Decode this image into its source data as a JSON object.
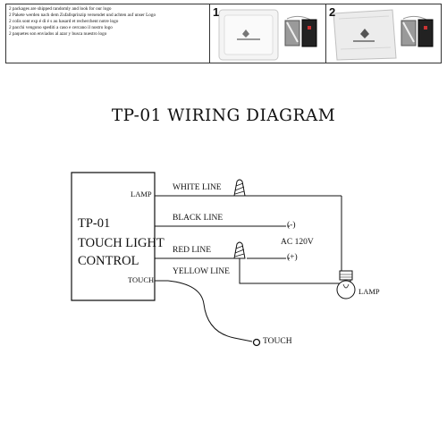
{
  "banner": {
    "notes": [
      "2 packages are shipped randomly and look for our logo",
      "2 Pakete werden nach dem Zufallsprinzip versendet und achten auf unser Logo",
      "2 colis sont exp é di é s au hasard et recherchent notre logo",
      "2 pacchi vengono spediti a caso e cercano il nostro logo",
      "2 paquetes son enviados al azar y busca nuestro logo"
    ],
    "package_1_number": "1",
    "package_2_number": "2"
  },
  "title": "TP-01  WIRING DIAGRAM",
  "control_box": {
    "lamp_terminal": "LAMP",
    "model": "TP-01",
    "name_line1": "TOUCH LIGHT",
    "name_line2": "CONTROL",
    "touch_terminal": "TOUCH"
  },
  "wires": {
    "white": "WHITE LINE",
    "black": "BLACK LINE",
    "red": "RED LINE",
    "yellow": "YELLOW LINE"
  },
  "power": {
    "negative": "(-)",
    "voltage": "AC 120V",
    "positive": "(+)"
  },
  "lamp_label": "LAMP",
  "touch_label": "TOUCH"
}
